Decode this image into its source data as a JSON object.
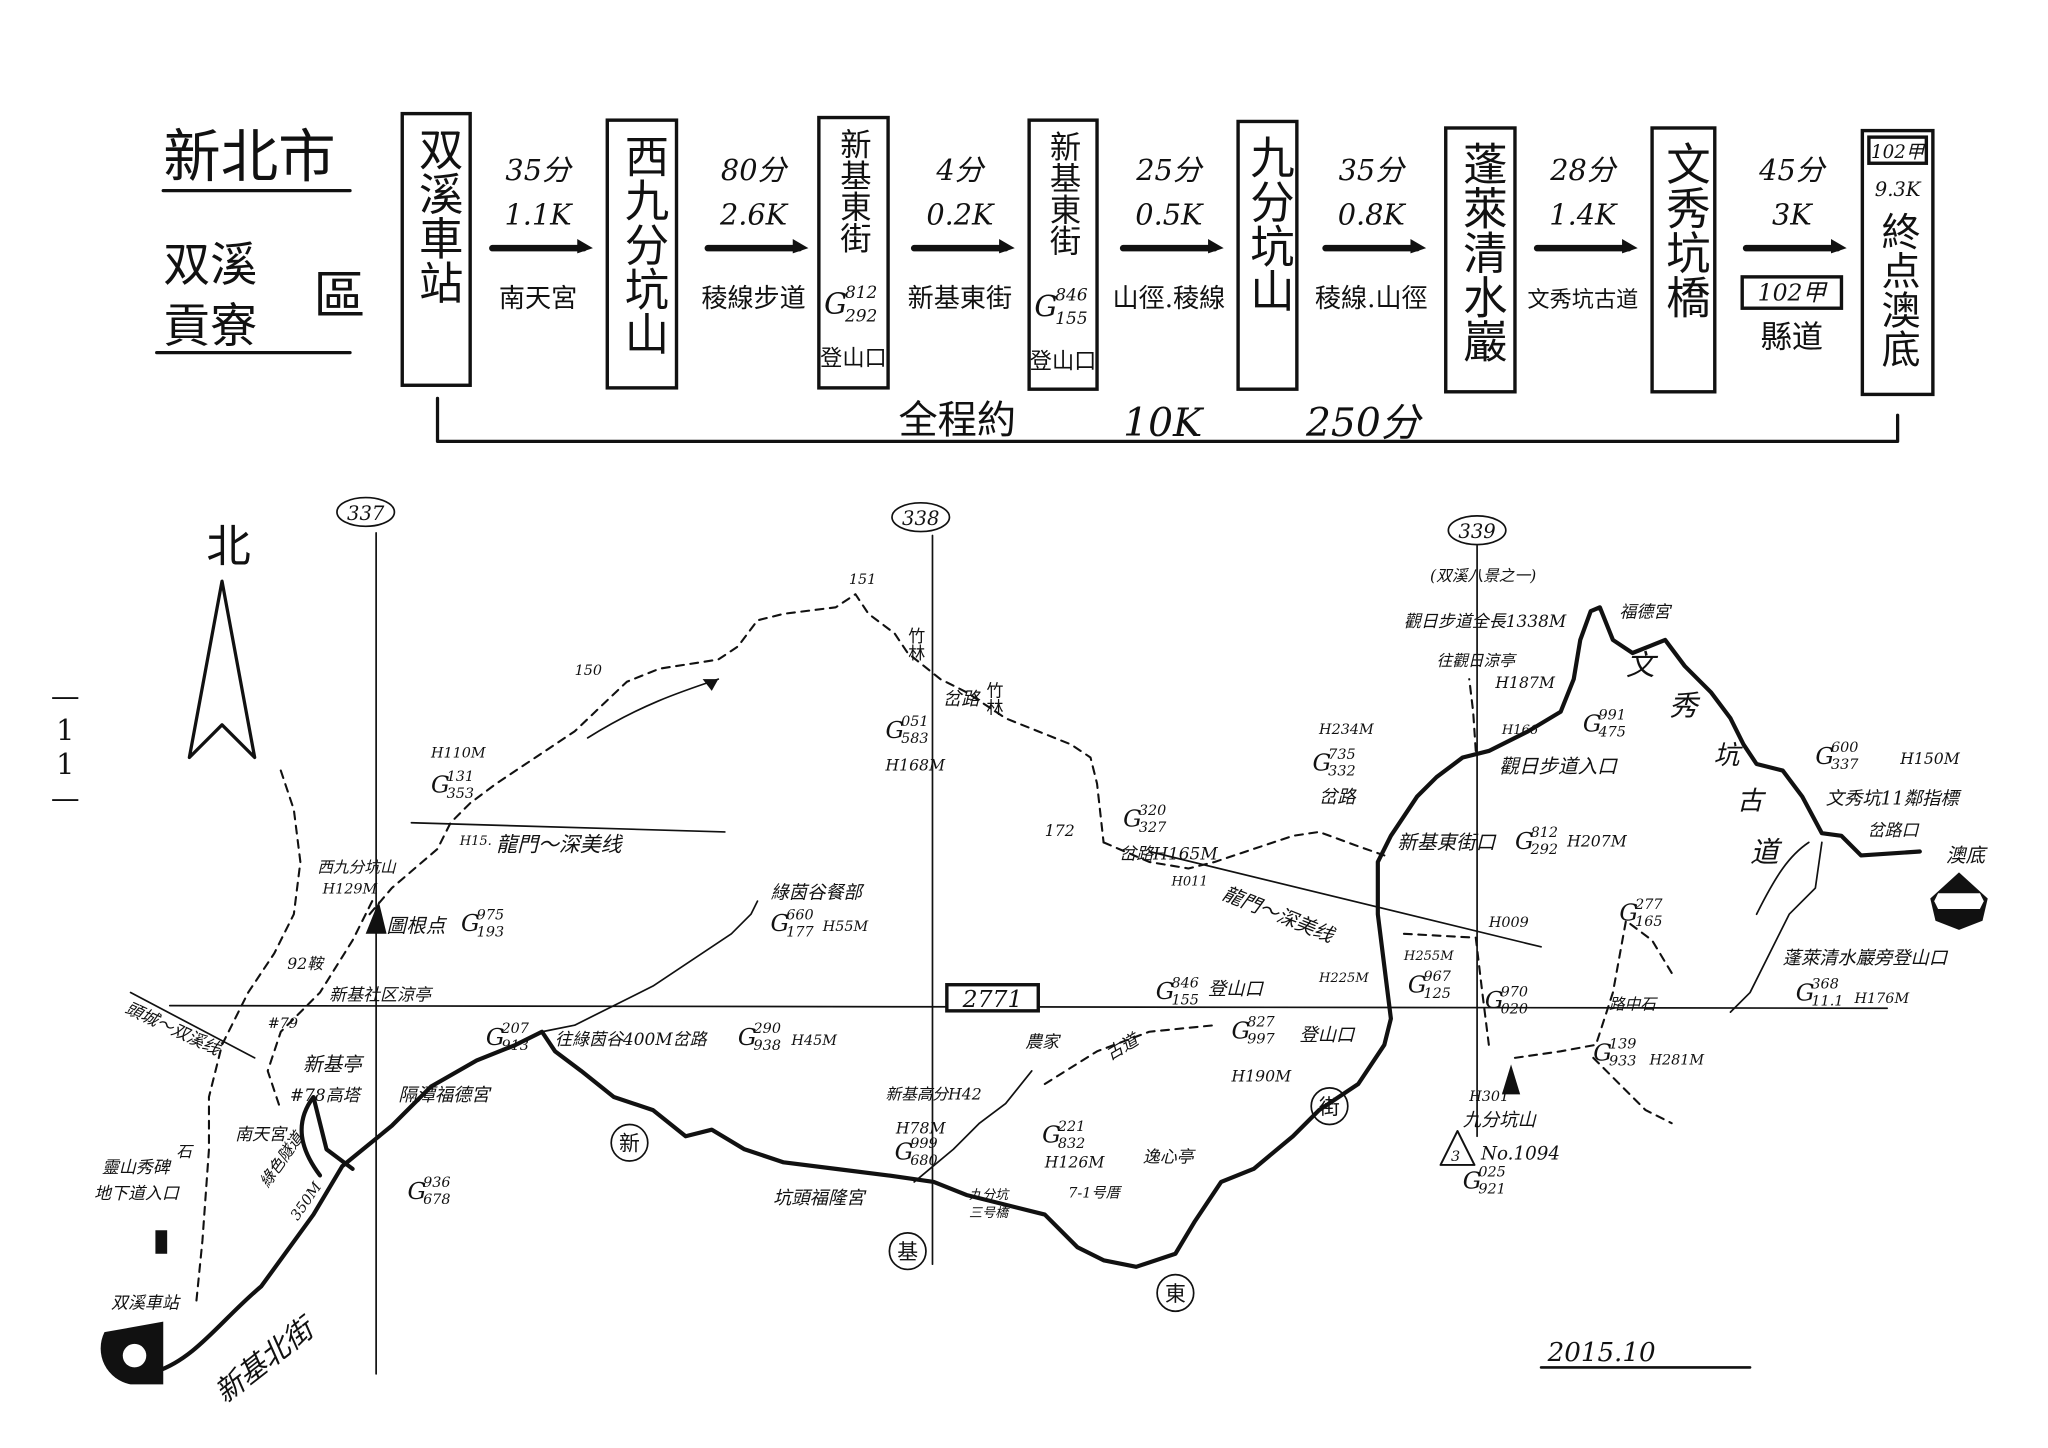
{
  "header": {
    "title": "新北市",
    "district_line1": "双溪",
    "district_line2": "貢寮",
    "district_suffix": "區"
  },
  "stations": [
    {
      "name": "双溪車站"
    },
    {
      "name": "西九分坑山"
    },
    {
      "name": "新基東街",
      "g_top": "812",
      "g_bottom": "292",
      "sub": "登山口"
    },
    {
      "name": "新基東街",
      "g_top": "846",
      "g_bottom": "155",
      "sub": "登山口"
    },
    {
      "name": "九分坑山"
    },
    {
      "name": "蓬萊清水巖"
    },
    {
      "name": "文秀坑橋"
    },
    {
      "route_tag": "102甲",
      "distance": "9.3K",
      "name": "終点澳底"
    }
  ],
  "segments": [
    {
      "time": "35分",
      "dist": "1.1K",
      "via": "南天宮"
    },
    {
      "time": "80分",
      "dist": "2.6K",
      "via": "稜線步道"
    },
    {
      "time": "4分",
      "dist": "0.2K",
      "via": "新基東街"
    },
    {
      "time": "25分",
      "dist": "0.5K",
      "via": "山徑.稜線"
    },
    {
      "time": "35分",
      "dist": "0.8K",
      "via": "稜線.山徑"
    },
    {
      "time": "28分",
      "dist": "1.4K",
      "via": "文秀坑古道"
    },
    {
      "time": "45分",
      "dist": "3K",
      "via_tag": "102甲",
      "via": "縣道"
    }
  ],
  "total": {
    "label": "全程約",
    "distance": "10K",
    "time": "250分"
  },
  "page_number": "—11—",
  "map": {
    "north_label": "北",
    "grid_columns": [
      "337",
      "338",
      "339"
    ],
    "grid_row_box": "2771",
    "grid_prefix": "G",
    "labels": [
      "H110M",
      "H15.",
      "龍門～深美线",
      "西九分坑山",
      "H129M",
      "圖根点",
      "92鞍",
      "新基社区涼亭",
      "頭城～双溪线",
      "#79",
      "新基亭",
      "#78高塔",
      "南天宮",
      "石",
      "靈山秀碑",
      "地下道入口",
      "双溪車站",
      "綠色隧道",
      "350M",
      "新基北街",
      "隔潭福德宮",
      "往綠茵谷400M岔路",
      "H45M",
      "綠茵谷餐部",
      "H55M",
      "竹林",
      "竹林",
      "岔路",
      "H168M",
      "172",
      "岔路H165M",
      "H234M",
      "岔路",
      "H011",
      "龍門～深美线",
      "登山口",
      "H225M",
      "登山口",
      "H190M",
      "農家",
      "古道",
      "新基高分H42",
      "H78M",
      "H126M",
      "逸心亭",
      "坑頭福隆宮",
      "九分坑",
      "三号橋",
      "7-1号厝",
      "(双溪八景之一)",
      "觀日步道全長1338M",
      "往觀日涼亭",
      "H187M",
      "福德宮",
      "文",
      "秀",
      "坑",
      "古",
      "道",
      "H166",
      "觀日步道入口",
      "新基東街口",
      "H207M",
      "H150M",
      "文秀坑11鄰指標",
      "岔路口",
      "澳底",
      "H009",
      "H255M",
      "蓬萊清水巖旁登山口",
      "H176M",
      "路中石",
      "H281M",
      "H301",
      "九分坑山",
      "No.1094",
      "2015.10",
      "3",
      "150",
      "151"
    ],
    "circled": [
      "新",
      "基",
      "東",
      "街"
    ],
    "grid_refs": [
      {
        "top": "131",
        "bottom": "353"
      },
      {
        "top": "975",
        "bottom": "193"
      },
      {
        "top": "207",
        "bottom": "913"
      },
      {
        "top": "936",
        "bottom": "678"
      },
      {
        "top": "290",
        "bottom": "938"
      },
      {
        "top": "660",
        "bottom": "177"
      },
      {
        "top": "051",
        "bottom": "583"
      },
      {
        "top": "320",
        "bottom": "327"
      },
      {
        "top": "735",
        "bottom": "332"
      },
      {
        "top": "846",
        "bottom": "155"
      },
      {
        "top": "827",
        "bottom": "997"
      },
      {
        "top": "999",
        "bottom": "680"
      },
      {
        "top": "221",
        "bottom": "832"
      },
      {
        "top": "991",
        "bottom": "475"
      },
      {
        "top": "812",
        "bottom": "292"
      },
      {
        "top": "600",
        "bottom": "337"
      },
      {
        "top": "967",
        "bottom": "125"
      },
      {
        "top": "970",
        "bottom": "020"
      },
      {
        "top": "277",
        "bottom": "165"
      },
      {
        "top": "368",
        "bottom": "11.1"
      },
      {
        "top": "139",
        "bottom": "933"
      },
      {
        "top": "025",
        "bottom": "921"
      }
    ]
  }
}
